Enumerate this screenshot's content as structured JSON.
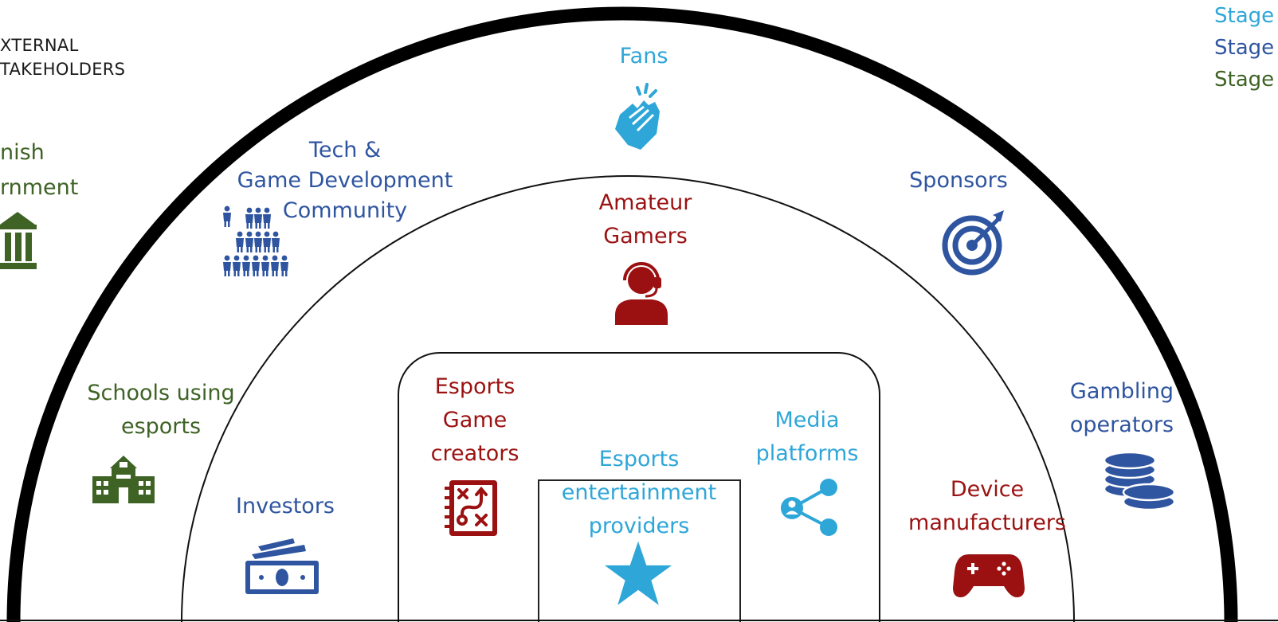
{
  "legend": [
    {
      "text": "Stage",
      "color": "#2ea6d8"
    },
    {
      "text": "Stage",
      "color": "#2f55a0"
    },
    {
      "text": "Stage",
      "color": "#3e6325"
    }
  ],
  "external_label": [
    "XTERNAL",
    "TAKEHOLDERS"
  ],
  "government_label": [
    "nish",
    "rnment"
  ],
  "stakeholders": {
    "fans": [
      "Fans"
    ],
    "tech_community": [
      "Tech &",
      "Game Development",
      "Community"
    ],
    "amateur_gamers": [
      "Amateur",
      "Gamers"
    ],
    "sponsors": [
      "Sponsors"
    ],
    "schools": [
      "Schools using",
      "esports"
    ],
    "gambling": [
      "Gambling",
      "operators"
    ],
    "investors": [
      "Investors"
    ],
    "game_creators": [
      "Esports",
      "Game",
      "creators"
    ],
    "entertainment": [
      "Esports",
      "entertainment",
      "providers"
    ],
    "media": [
      "Media",
      "platforms"
    ],
    "device_manufacturers": [
      "Device",
      "manufacturers"
    ]
  },
  "icons": {
    "fans": "clapping-hands-icon",
    "tech_community": "people-pyramid-icon",
    "amateur_gamers": "headset-gamer-icon",
    "sponsors": "target-icon",
    "government": "government-building-icon",
    "schools": "school-building-icon",
    "gambling": "coin-stacks-icon",
    "investors": "cash-icon",
    "game_creators": "strategy-board-icon",
    "entertainment": "star-icon",
    "media": "share-icon",
    "device_manufacturers": "gamepad-icon"
  },
  "colors": {
    "red": "#9b1111",
    "light_blue": "#2ea6d8",
    "dark_blue": "#2f55a0",
    "green": "#3e6325"
  }
}
